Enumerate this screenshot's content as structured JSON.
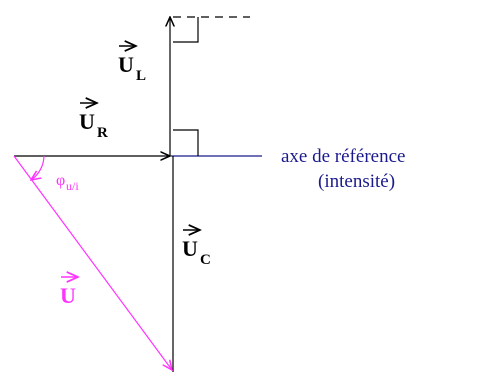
{
  "vectors": {
    "ul": {
      "letter": "U",
      "sub": "L"
    },
    "ur": {
      "letter": "U",
      "sub": "R"
    },
    "uc": {
      "letter": "U",
      "sub": "C"
    },
    "u": {
      "letter": "U",
      "sub": ""
    }
  },
  "axis": {
    "line1": "axe de référence",
    "line2": "(intensité)"
  },
  "angle": {
    "symbol": "φ",
    "sub": "u/i"
  },
  "colors": {
    "black": "#000000",
    "axis_blue": "#1a1a8c",
    "magenta": "#ff33ff"
  }
}
